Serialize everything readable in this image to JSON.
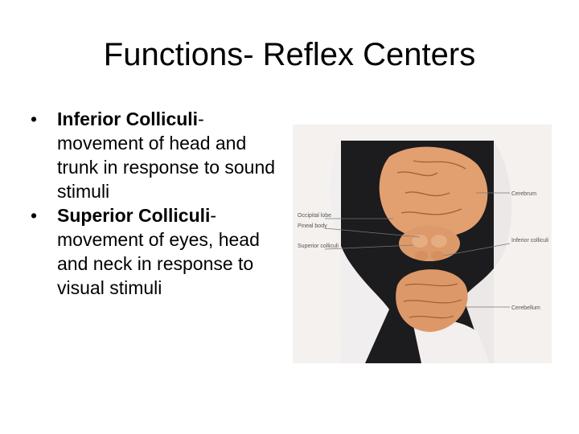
{
  "slide": {
    "title": "Functions- Reflex Centers",
    "bullets": [
      {
        "mark": "•",
        "term": "Inferior Colliculi",
        "text": "-movement of head and trunk in response to sound stimuli"
      },
      {
        "mark": "•",
        "term": "Superior Colliculi",
        "text": "-movement of eyes, head and neck in response to visual stimuli"
      }
    ]
  },
  "figure": {
    "labels": {
      "cerebrum": "Cerebrum",
      "occipital_lobe": "Occipital lobe",
      "pineal_body": "Pineal body",
      "superior_colliculi": "Superior colliculi",
      "inferior_colliculi": "Inferior colliculi",
      "cerebellum": "Cerebellum"
    },
    "colors": {
      "background": "#f4f1ee",
      "tissue": "#e2a071",
      "glove": "#f0eeee",
      "dark_field": "#1c1b1d"
    }
  }
}
